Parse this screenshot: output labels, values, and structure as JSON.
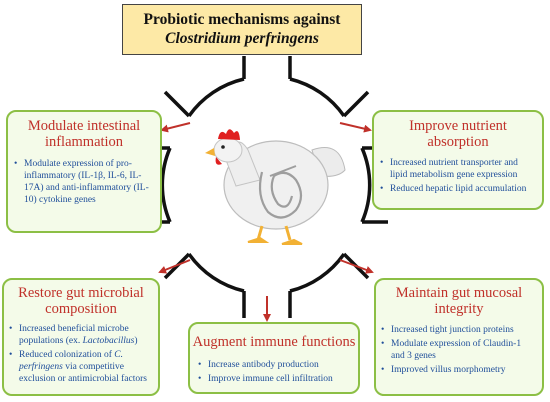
{
  "title": {
    "line1": "Probiotic mechanisms against",
    "line2": "Clostridium perfringens"
  },
  "colors": {
    "title_bg": "#fde9a6",
    "card_bg": "#f4fbe9",
    "card_border": "#8cbf45",
    "heading": "#c0312a",
    "bullet_text": "#1f4e9a"
  },
  "icons": {
    "center": "chicken-icon",
    "bullet": "bullet-dot"
  },
  "cards": {
    "inflammation": {
      "heading_l1": "Modulate intestinal",
      "heading_l2": "inflammation",
      "bullets": [
        "Modulate expression of pro-inflammatory (IL-1β, IL-6, IL-17A) and anti-inflammatory (IL-10) cytokine genes"
      ]
    },
    "nutrient": {
      "heading_l1": "Improve nutrient",
      "heading_l2": "absorption",
      "bullets": [
        "Increased nutrient transporter and lipid metabolism gene expression",
        "Reduced hepatic lipid accumulation"
      ]
    },
    "microbial": {
      "heading_l1": "Restore gut microbial",
      "heading_l2": "composition",
      "bullets": [
        {
          "text": "Increased beneficial microbe populations (ex. ",
          "italic": "Lactobacillus",
          "after": ")"
        },
        {
          "text": "Reduced colonization of ",
          "italic": "C. perfringens",
          "after": " via competitive exclusion or antimicrobial factors"
        }
      ]
    },
    "immune": {
      "heading_l1": "Augment immune functions",
      "bullets": [
        "Increase antibody production",
        "Improve immune cell infiltration"
      ]
    },
    "mucosal": {
      "heading_l1": "Maintain gut mucosal",
      "heading_l2": "integrity",
      "bullets": [
        "Increased tight junction proteins",
        "Modulate expression of Claudin-1 and 3 genes",
        "Improved villus morphometry"
      ]
    }
  }
}
